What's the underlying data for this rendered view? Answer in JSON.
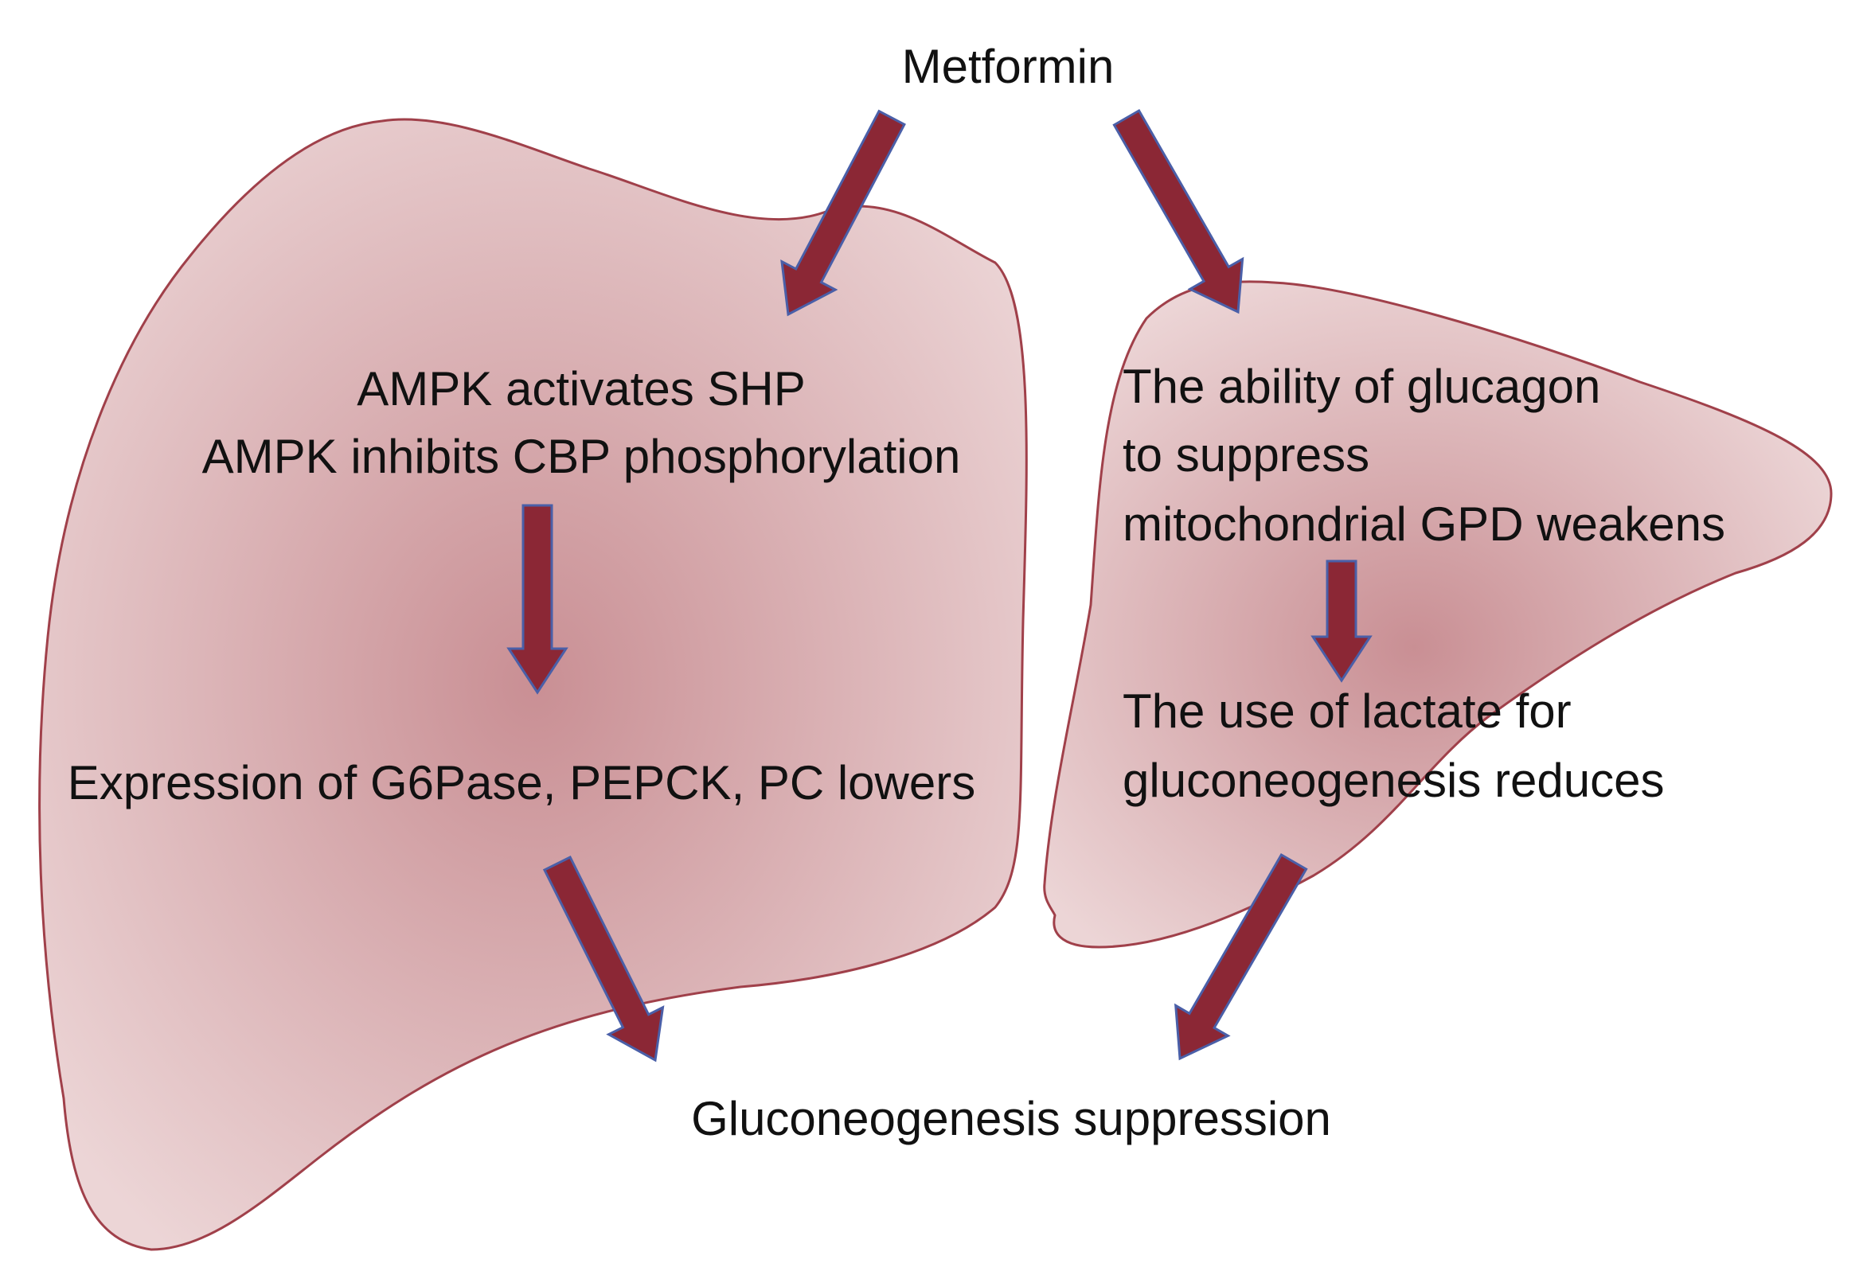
{
  "colors": {
    "lobe_fill_center": "#c98f94",
    "lobe_fill_edge": "#ecd5d6",
    "lobe_stroke": "#a0404a",
    "arrow_fill": "#8b2735",
    "arrow_stroke": "#4a5fa8",
    "text": "#111111"
  },
  "nodes": {
    "metformin": "Metformin",
    "ampk_shp": "AMPK activates SHP",
    "ampk_cbp": "AMPK inhibits CBP phosphorylation",
    "expression": "Expression of G6Pase, PEPCK, PC lowers",
    "glucagon_1": "The ability of glucagon",
    "glucagon_2": "to suppress",
    "glucagon_3": "mitochondrial GPD  weakens",
    "lactate_1": "The use of lactate for",
    "lactate_2": "gluconeogenesis reduces",
    "suppression": "Gluconeogenesis suppression"
  },
  "icons": {
    "left_lobe": "liver-left-lobe-shape",
    "right_lobe": "liver-right-lobe-shape",
    "arrows": "flow-arrow"
  }
}
